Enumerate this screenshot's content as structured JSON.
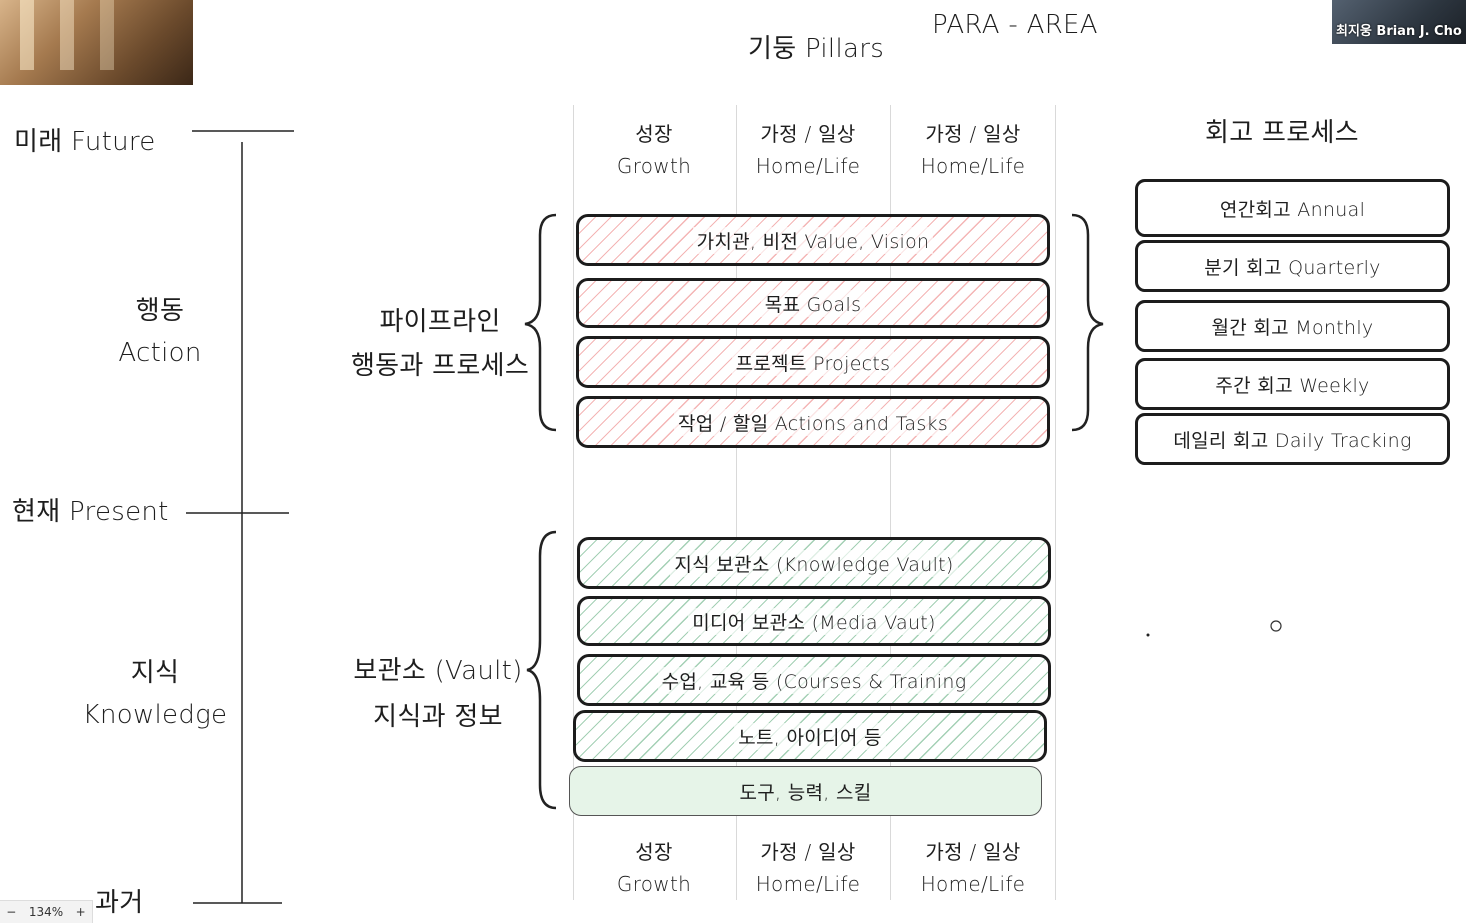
{
  "video": {
    "participant_name": "최지웅 Brian J. Cho"
  },
  "titles": {
    "pillars": "기둥 Pillars",
    "para": "PARA - AREA",
    "retro": "회고 프로세스"
  },
  "timeline": {
    "future": "미래 Future",
    "present": "현재 Present",
    "past": "과거",
    "action_ko": "행동",
    "action_en": "Action",
    "knowledge_ko": "지식",
    "knowledge_en": "Knowledge"
  },
  "columns": {
    "top": [
      {
        "ko": "성장",
        "en": "Growth"
      },
      {
        "ko": "가정 / 일상",
        "en": "Home/Life"
      },
      {
        "ko": "가정 / 일상",
        "en": "Home/Life"
      }
    ],
    "bottom": [
      {
        "ko": "성장",
        "en": "Growth"
      },
      {
        "ko": "가정 / 일상",
        "en": "Home/Life"
      },
      {
        "ko": "가정 / 일상",
        "en": "Home/Life"
      }
    ]
  },
  "pipeline": {
    "label_line1": "파이프라인",
    "label_line2": "행동과 프로세스",
    "bands": [
      "가치관, 비전 Value, Vision",
      "목표 Goals",
      "프로젝트 Projects",
      "작업 / 할일 Actions and Tasks"
    ]
  },
  "vault": {
    "label_line1": "보관소 (Vault)",
    "label_line2": "지식과 정보",
    "bands": [
      "지식 보관소 (Knowledge Vault)",
      "미디어 보관소 (Media Vaut)",
      "수업, 교육 등 (Courses & Training",
      "노트, 아이디어 등",
      "도구, 능력, 스킬"
    ]
  },
  "retro_items": [
    "연간회고 Annual",
    "분기 회고  Quarterly",
    "월간 회고 Monthly",
    "주간 회고 Weekly",
    "데일리 회고 Daily Tracking"
  ],
  "zoom": {
    "minus": "−",
    "level": "134%",
    "plus": "+"
  },
  "colors": {
    "pipeline_hatch": "#eb7878",
    "vault_hatch": "#5aaa78",
    "vault_solid": "#e6f4e8"
  }
}
